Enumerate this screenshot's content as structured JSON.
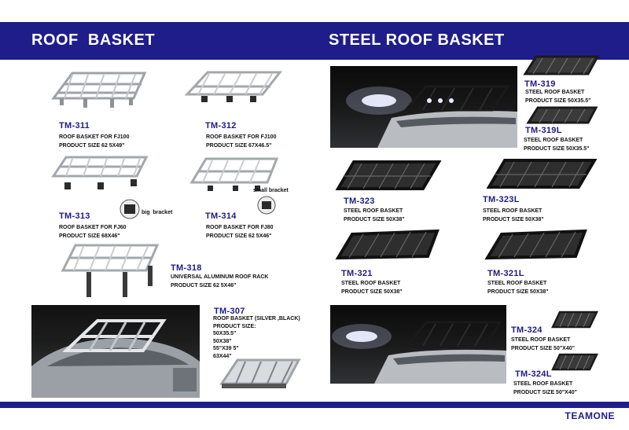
{
  "left_title": "ROOF  BASKET",
  "right_title": "STEEL ROOF BASKET",
  "brand": "TEAMONE",
  "bracket_labels": {
    "big": "big  bracket",
    "small": "small bracket"
  },
  "products": {
    "tm311": {
      "code": "TM-311",
      "lines": [
        "ROOF BASKET FOR FJ100",
        "PRODUCT SIZE 62 5X49\""
      ]
    },
    "tm312": {
      "code": "TM-312",
      "lines": [
        "ROOF BASKET FOR FJ100",
        "PRODUCT SIZE 67X46.5\""
      ]
    },
    "tm313": {
      "code": "TM-313",
      "lines": [
        "ROOF BASKET  FOR FJ60",
        "PRODUCT SIZE 68X46\""
      ]
    },
    "tm314": {
      "code": "TM-314",
      "lines": [
        "ROOF BASKET FOR FJ80",
        "PRODUCT SIZE 62 5X46\""
      ]
    },
    "tm318": {
      "code": "TM-318",
      "lines": [
        "UNIVERSAL ALUMINUM ROOF RACK",
        "PRODUCT SIZE 62 5X46\""
      ]
    },
    "tm307": {
      "code": "TM-307",
      "lines": [
        "ROOF BASKET (SILVER ,BLACK)",
        "PRODUCT SIZE:",
        "50X35.5\"",
        "50X38\"",
        "55\"X39 5\"",
        "63X44\""
      ]
    },
    "tm319": {
      "code": "TM-319",
      "lines": [
        "STEEL ROOF BASKET",
        "PRODUCT SIZE 50X35.5\""
      ]
    },
    "tm319l": {
      "code": "TM-319L",
      "lines": [
        "STEEL ROOF BASKET",
        "PRODUCT SIZE 50X35.5\""
      ]
    },
    "tm323": {
      "code": "TM-323",
      "lines": [
        "STEEL ROOF BASKET",
        "PRODUCT SIZE 50X38\""
      ]
    },
    "tm323l": {
      "code": "TM-323L",
      "lines": [
        "STEEL ROOF BASKET",
        "PRODUCT SIZE 50X38\""
      ]
    },
    "tm321": {
      "code": "TM-321",
      "lines": [
        "STEEL ROOF BASKET",
        "PRODUCT SIZE 50X38\""
      ]
    },
    "tm321l": {
      "code": "TM-321L",
      "lines": [
        "STEEL ROOF BASKET",
        "PRODUCT SIZE 50X38\""
      ]
    },
    "tm324": {
      "code": "TM-324",
      "lines": [
        "STEEL ROOF BASKET",
        "PRODUCT SIZE 50\"x40\""
      ]
    },
    "tm324l": {
      "code": "TM-324L",
      "lines": [
        "STEEL ROOF BASKET",
        "PRODUCT SIZE 50\"x40\""
      ]
    }
  }
}
